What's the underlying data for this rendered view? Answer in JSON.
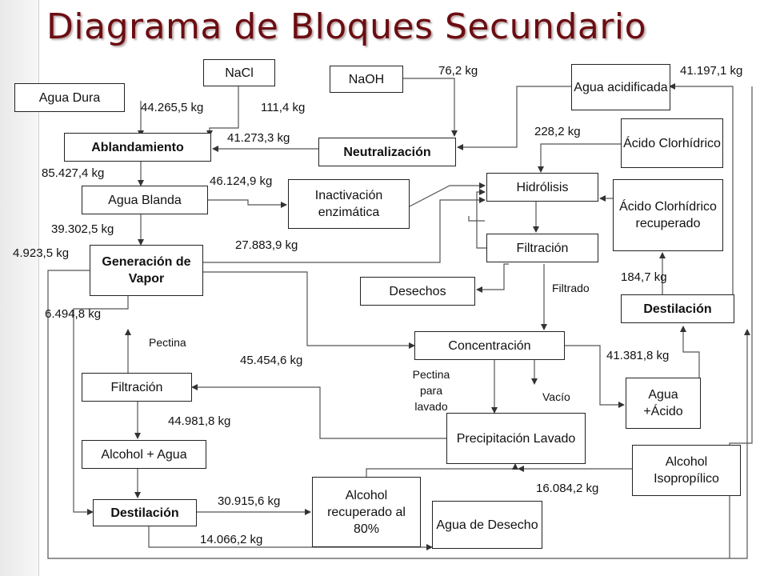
{
  "title": "Diagrama de Bloques Secundario",
  "blocks": {
    "agua_dura": "Agua Dura",
    "nacl": "NaCl",
    "naoh": "NaOH",
    "agua_acidificada": "Agua acidificada",
    "ablandamiento": "Ablandamiento",
    "neutralizacion": "Neutralización",
    "acido_clorhidrico": "Ácido Clorhídrico",
    "agua_blanda": "Agua Blanda",
    "inactivacion": "Inactivación enzimática",
    "hidrolisis": "Hidrólisis",
    "acido_recuperado": "Ácido Clorhídrico recuperado",
    "generacion_vapor": "Generación de Vapor",
    "filtracion_1": "Filtración",
    "desechos": "Desechos",
    "destilacion_acido": "Destilación",
    "concentracion": "Concentración",
    "filtracion_2": "Filtración",
    "agua_acido": "Agua +Ácido",
    "precipitacion": "Precipitación Lavado",
    "alcohol_agua": "Alcohol + Agua",
    "alcohol_isopropilico": "Alcohol Isopropílico",
    "alcohol_recuperado": "Alcohol recuperado al 80%",
    "destilacion_alcohol": "Destilación",
    "agua_desecho": "Agua de Desecho"
  },
  "flows": {
    "f_76_2": "76,2 kg",
    "f_41197_1": "41.197,1 kg",
    "f_44265_5": "44.265,5 kg",
    "f_111_4": "111,4 kg",
    "f_228_2": "228,2 kg",
    "f_41273_3": "41.273,3 kg",
    "f_85427_4": "85.427,4 kg",
    "f_46124_9": "46.124,9 kg",
    "f_39302_5": "39.302,5 kg",
    "f_4923_5": "4.923,5 kg",
    "f_27883_9": "27.883,9 kg",
    "f_184_7": "184,7 kg",
    "filtrado": "Filtrado",
    "f_6494_8": "6.494,8 kg",
    "pectina": "Pectina",
    "f_41381_8": "41.381,8 kg",
    "f_45454_6": "45.454,6 kg",
    "pectina_lavado": "Pectina para lavado",
    "vacio": "Vacío",
    "f_44981_8": "44.981,8 kg",
    "f_16084_2": "16.084,2 kg",
    "f_30915_6": "30.915,6 kg",
    "f_14066_2": "14.066,2 kg"
  },
  "colors": {
    "title": "#6b0d12",
    "lines": "#555555"
  }
}
